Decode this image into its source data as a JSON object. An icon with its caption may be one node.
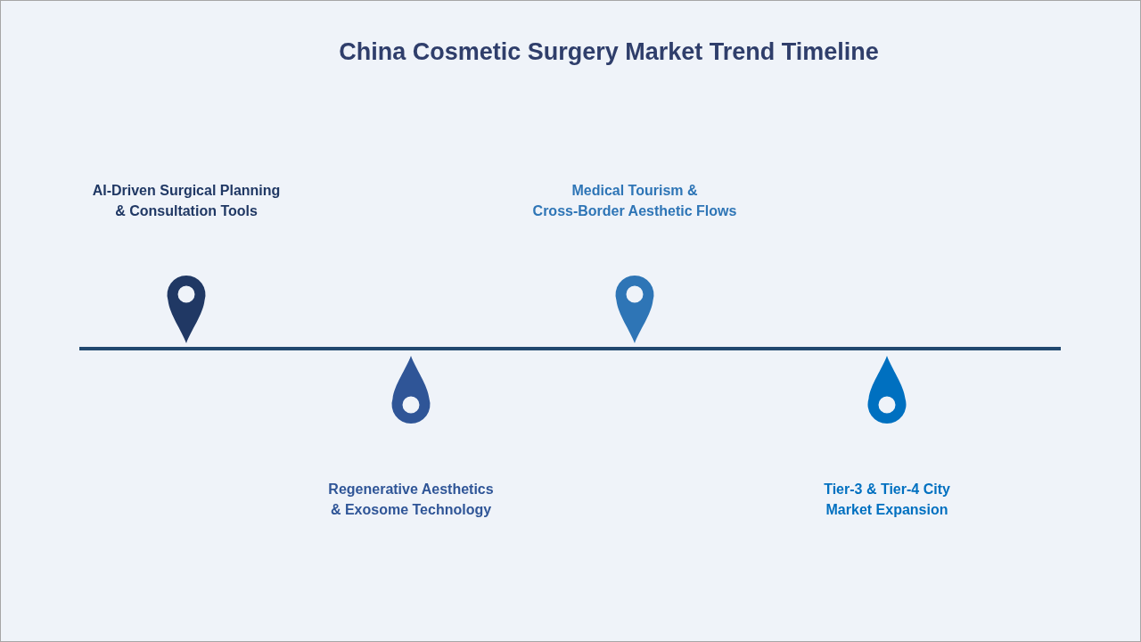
{
  "diagram": {
    "title": "China Cosmetic Surgery Market Trend Timeline",
    "labels": [
      "AI-Driven Surgical Planning & Consultation Tools",
      "Regenerative Aesthetics & Exosome Technology",
      "Medical Tourism & Cross-Border Aesthetic Flows",
      "Tier-3 & Tier-4 City Market Expansion"
    ]
  }
}
